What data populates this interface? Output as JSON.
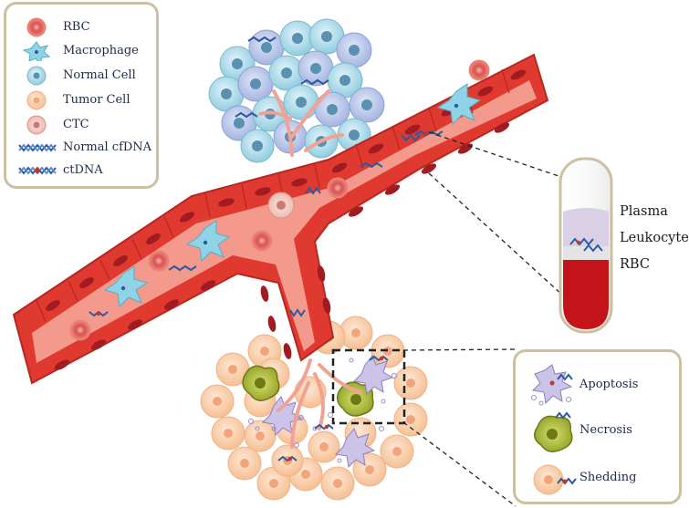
{
  "legend": {
    "items": [
      {
        "label": "RBC",
        "icon": "rbc-icon"
      },
      {
        "label": "Macrophage",
        "icon": "macrophage-icon"
      },
      {
        "label": "Normal Cell",
        "icon": "normal-cell-icon"
      },
      {
        "label": "Tumor Cell",
        "icon": "tumor-cell-icon"
      },
      {
        "label": "CTC",
        "icon": "ctc-icon"
      },
      {
        "label": "Normal cfDNA",
        "icon": "normal-cfdna-icon"
      },
      {
        "label": "ctDNA",
        "icon": "ctdna-icon"
      }
    ]
  },
  "tube": {
    "layers": [
      {
        "label": "Plasma",
        "color": "#d9d0e6"
      },
      {
        "label": "Leukocyte",
        "color": "#e4e4e4"
      },
      {
        "label": "RBC",
        "color": "#c4141a"
      }
    ]
  },
  "mechanisms": {
    "items": [
      {
        "label": "Apoptosis",
        "icon": "apoptosis-icon"
      },
      {
        "label": "Necrosis",
        "icon": "necrosis-icon"
      },
      {
        "label": "Shedding",
        "icon": "shedding-icon"
      }
    ]
  },
  "colors": {
    "vessel_wall": "#e0392f",
    "vessel_lumen": "#f39a8c",
    "endothelial_nucleus": "#a01b22",
    "rbc": "#d9534f",
    "macrophage": "#8fd3e6",
    "normal_cell": "#9fd2e3",
    "tumor_cell": "#f8c9a3",
    "dna_blue": "#2c5aa0",
    "panel_border": "#cbc1a1"
  }
}
